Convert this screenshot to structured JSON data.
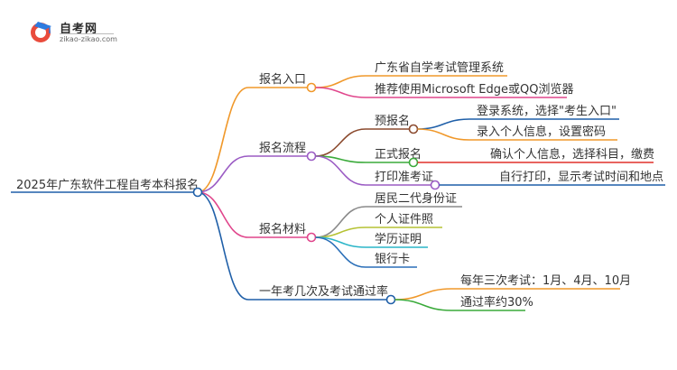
{
  "logo": {
    "title": "自考网",
    "subtitle": "zikao-zikao.com",
    "icon": "graduation-cap-icon"
  },
  "root": {
    "label": "2025年广东软件工程自考本科报名"
  },
  "branches": [
    {
      "label": "报名入口",
      "color": "#f0982a",
      "children": [
        {
          "label": "广东省自学考试管理系统",
          "color": "#f0982a"
        },
        {
          "label": "推荐使用Microsoft Edge或QQ浏览器",
          "color": "#e0468c"
        }
      ]
    },
    {
      "label": "报名流程",
      "color": "#9b5cc4",
      "children": [
        {
          "label": "预报名",
          "color": "#8b4a2e",
          "children": [
            {
              "label": "登录系统，选择\"考生入口\"",
              "color": "#1f5fa8"
            },
            {
              "label": "录入个人信息，设置密码",
              "color": "#f0982a"
            }
          ]
        },
        {
          "label": "正式报名",
          "color": "#3aaa3a",
          "children": [
            {
              "label": "确认个人信息，选择科目，缴费",
              "color": "#e0302a"
            }
          ]
        },
        {
          "label": "打印准考证",
          "color": "#9b5cc4",
          "children": [
            {
              "label": "自行打印，显示考试时间和地点",
              "color": "#1f5fa8"
            }
          ]
        }
      ]
    },
    {
      "label": "报名材料",
      "color": "#e0468c",
      "children": [
        {
          "label": "居民二代身份证",
          "color": "#8a8a8a"
        },
        {
          "label": "个人证件照",
          "color": "#b5c233"
        },
        {
          "label": "学历证明",
          "color": "#2ab5c8"
        },
        {
          "label": "银行卡",
          "color": "#2a6fb8"
        }
      ]
    },
    {
      "label": "一年考几次及考试通过率",
      "color": "#1f5fa8",
      "children": [
        {
          "label": "每年三次考试：1月、4月、10月",
          "color": "#f0982a"
        },
        {
          "label": "通过率约30%",
          "color": "#3aaa3a"
        }
      ]
    }
  ]
}
